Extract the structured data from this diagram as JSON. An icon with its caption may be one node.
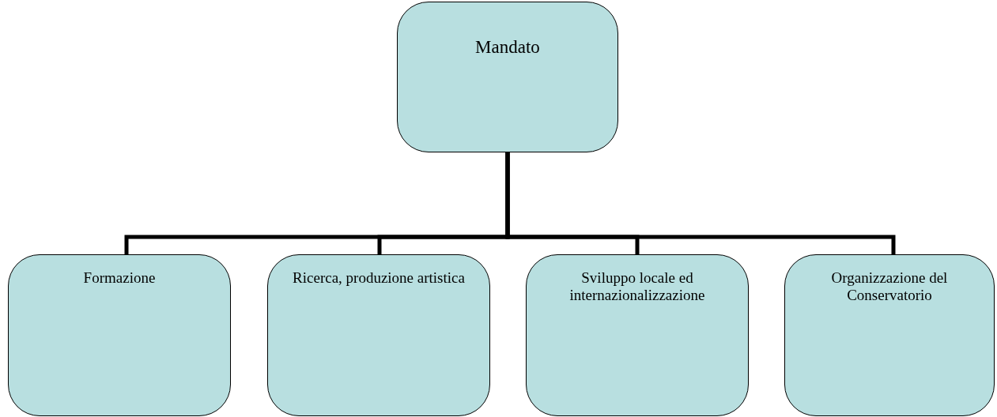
{
  "diagram": {
    "nodes": [
      {
        "text": [
          "Mandato"
        ]
      },
      {
        "text": [
          "Formazione"
        ]
      },
      {
        "text": [
          "Ricerca, produzione artistica"
        ]
      },
      {
        "text": [
          "Sviluppo locale ed internazionalizzazione"
        ]
      },
      {
        "text": [
          "Organizzazione del Conservatorio"
        ]
      }
    ],
    "edges": [
      {
        "from": 0,
        "to": 1,
        "arrow": "none"
      },
      {
        "from": 0,
        "to": 2,
        "arrow": "none"
      },
      {
        "from": 0,
        "to": 3,
        "arrow": "none"
      },
      {
        "from": 0,
        "to": 4,
        "arrow": "none"
      }
    ]
  }
}
